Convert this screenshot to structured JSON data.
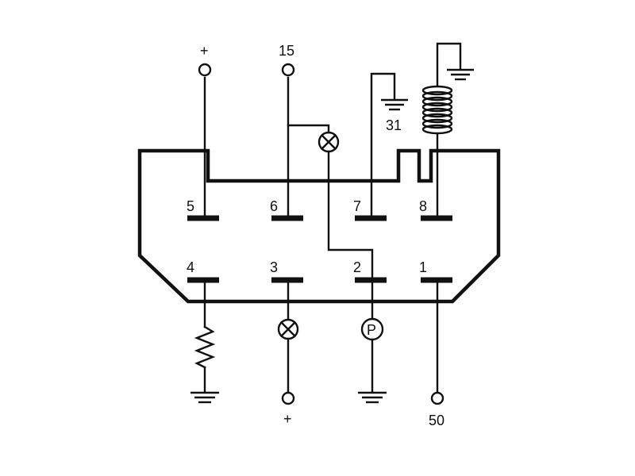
{
  "pins": [
    {
      "number": "5",
      "row": "top"
    },
    {
      "number": "6",
      "row": "top"
    },
    {
      "number": "7",
      "row": "top"
    },
    {
      "number": "8",
      "row": "top"
    },
    {
      "number": "4",
      "row": "bottom"
    },
    {
      "number": "3",
      "row": "bottom"
    },
    {
      "number": "2",
      "row": "bottom"
    },
    {
      "number": "1",
      "row": "bottom"
    }
  ],
  "terminals": {
    "pin5_top": "+",
    "pin6_top": "15",
    "pin7_ground": "31",
    "pin3_bottom": "+",
    "pin1_bottom": "50"
  },
  "components": {
    "pressure_switch": "P",
    "lamp_symbol": "⊗",
    "coil": "coil",
    "resistor": "resistor"
  }
}
